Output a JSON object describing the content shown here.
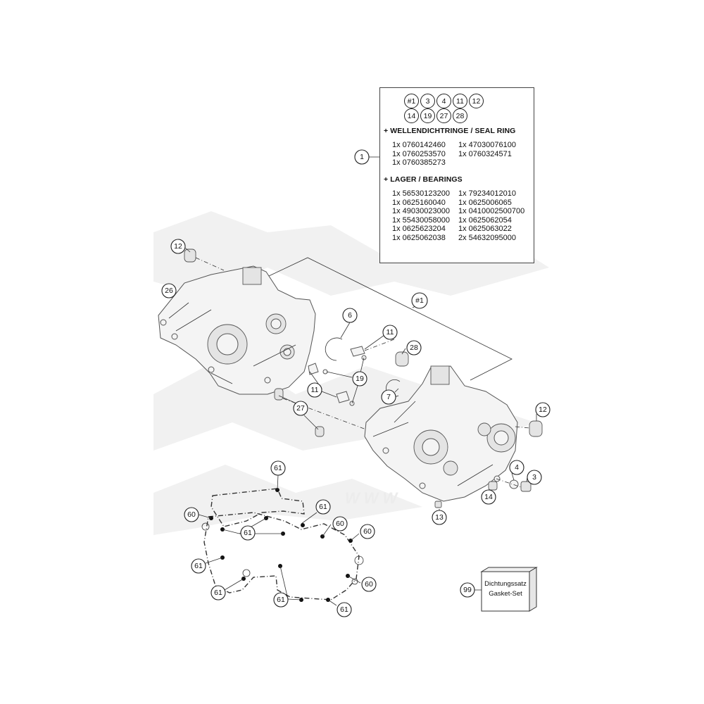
{
  "kit": {
    "callouts": [
      "#1",
      "3",
      "4",
      "11",
      "12",
      "14",
      "19",
      "27",
      "28"
    ],
    "seal_heading": "+ WELLENDICHTRINGE / SEAL RING",
    "seal_rows": [
      [
        "1x 0760142460",
        "1x 47030076100"
      ],
      [
        "1x 0760253570",
        "1x 0760324571"
      ],
      [
        "1x 0760385273",
        ""
      ]
    ],
    "bearing_heading": "+ LAGER / BEARINGS",
    "bearing_rows": [
      [
        "1x 56530123200",
        "1x 79234012010"
      ],
      [
        "1x 0625160040",
        "1x 0625006065"
      ],
      [
        "1x 49030023000",
        "1x 0410002500700"
      ],
      [
        "1x 55430058000",
        "1x 0625062054"
      ],
      [
        "1x 0625623204",
        "1x 0625063022"
      ],
      [
        "1x 0625062038",
        "2x 54632095000"
      ]
    ]
  },
  "gasket_set": {
    "number": "99",
    "label_de": "Dichtungssatz",
    "label_en": "Gasket-Set"
  },
  "watermark": "WWW",
  "callouts": {
    "c1": "1",
    "c12a": "12",
    "c26": "26",
    "c1main": "#1",
    "c6": "6",
    "c11a": "11",
    "c28": "28",
    "c19": "19",
    "c11b": "11",
    "c7": "7",
    "c27": "27",
    "c12b": "12",
    "c4": "4",
    "c3": "3",
    "c14": "14",
    "c13": "13",
    "g61a": "61",
    "g60a": "60",
    "g61b": "61",
    "g61c": "61",
    "g60b": "60",
    "g60c": "60",
    "g61d": "61",
    "g61e": "61",
    "g60d": "60",
    "g61f": "61",
    "g61g": "61"
  }
}
